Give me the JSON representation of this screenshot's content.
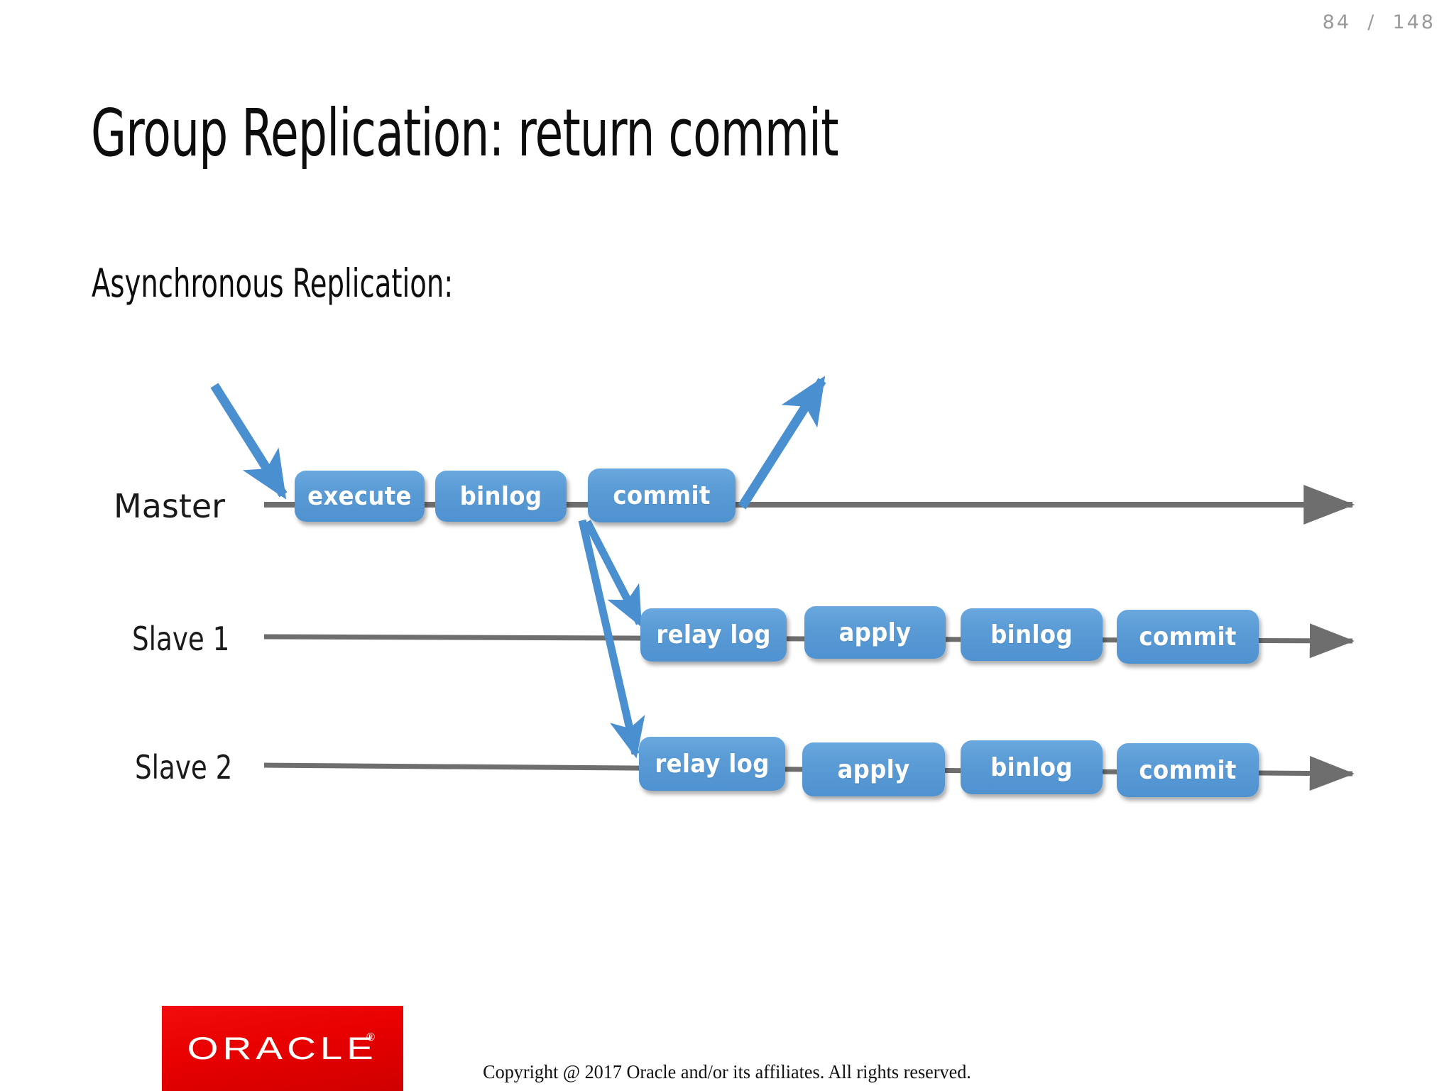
{
  "page": {
    "counter": "84  /  148",
    "title": "Group Replication: return commit",
    "subtitle": "Asynchronous Replication:"
  },
  "diagram": {
    "rows": [
      {
        "label": "Master",
        "label_style": "wide",
        "boxes": [
          {
            "text": "execute"
          },
          {
            "text": "binlog"
          },
          {
            "text": "commit"
          }
        ]
      },
      {
        "label": "Slave 1",
        "label_style": "condensed",
        "boxes": [
          {
            "text": "relay log"
          },
          {
            "text": "apply"
          },
          {
            "text": "binlog"
          },
          {
            "text": "commit"
          }
        ]
      },
      {
        "label": "Slave 2",
        "label_style": "condensed",
        "boxes": [
          {
            "text": "relay log"
          },
          {
            "text": "apply"
          },
          {
            "text": "binlog"
          },
          {
            "text": "commit"
          }
        ]
      }
    ],
    "arrows": {
      "incoming_request": "client-request-arrow",
      "return_commit": "return-commit-arrow",
      "replicate_to_slave1": "replication-arrow-slave1",
      "replicate_to_slave2": "replication-arrow-slave2"
    },
    "colors": {
      "box_blue": "#5B9CD6",
      "arrow_blue": "#4A90D0",
      "timeline_gray": "#6E6E6E",
      "oracle_red": "#E80000"
    }
  },
  "footer": {
    "logo_text": "ORACLE",
    "logo_registered": "®",
    "copyright": "Copyright @ 2017 Oracle and/or its affiliates. All rights reserved."
  }
}
